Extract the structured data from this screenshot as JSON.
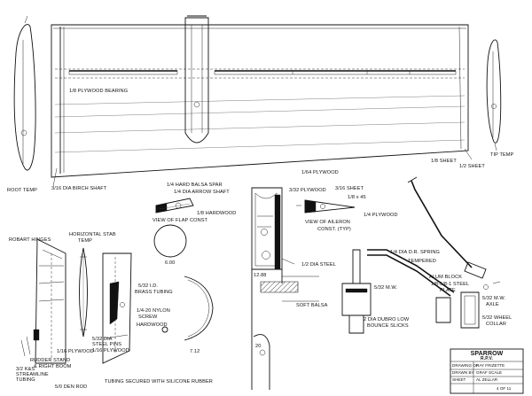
{
  "labels": {
    "plywood_bearing": "1/8 PLYWOOD BEARING",
    "root_temp": "ROOT TEMP",
    "birch_shaft": "3/16 DIA BIRCH SHAFT",
    "ply_164": "1/64 PLYWOOD",
    "sheet_18": "1/8 SHEET",
    "sheet_12": "1/2 SHEET",
    "tip_temp": "TIP TEMP",
    "hard_balsa_spar": "1/4 HARD BALSA SPAR",
    "arrow_shaft": "1/4 DIA ARROW SHAFT",
    "hardwood_18": "1/8 HARDWOOD",
    "view_flap": "VIEW OF FLAP",
    "const": "CONST",
    "ply_332": "3/32 PLYWOOD",
    "sheet_316": "3/16 SHEET",
    "dim_18x45": "1/8 x 45",
    "ply_14": "1/4 PLYWOOD",
    "view_aileron": "VIEW OF AILERON",
    "const_typ": "CONST. (TYP)",
    "robart_hinges": "ROBART HINGES",
    "horiz_stab": "HORIZONTAL STAB",
    "temp": "TEMP",
    "brass_tubing": "BRASS TUBING",
    "brass_size": "5/32 I.D.",
    "nylon_screw": "1/4-20 NYLON",
    "screw": "SCREW",
    "hardwood": "HARDWOOD",
    "dim_600": "6.00",
    "dim_712": "7.12",
    "dim_1288": "12.88",
    "dim_20": "20",
    "rudder_stand": "RUDDER STAND",
    "right_boom": "& RIGHT BOOM",
    "ply_116": "1/16 PLYWOOD",
    "steel_pins_dia": "5/32 DIA",
    "steel_pins": "STEEL PINS",
    "ply_116b": "1/16 PLYWOOD",
    "ks_streamline": "3/2 K&S",
    "streamline": "STREAMLINE",
    "tubing": "TUBING",
    "dowel": "5/0 DEN ROD",
    "silicone": "TUBING SECURED WITH SILICONE RUBBER",
    "steel_12": "1/2 DIA STEEL",
    "soft_balsa": "SOFT BALSA",
    "mw_532": "5/32 M.W.",
    "dubro": "2 DIA DUBRO LOW",
    "bounce": "BOUNCE SLICKS",
    "spring": "1/4 DIA D.R. SPRING",
    "tempered": "TEMPERED",
    "alum_block": "ALUM BLOCK",
    "steel_plate_size": "1/8-5/8-1 STEEL",
    "plate": "PLATE",
    "axle_size": "5/32 M.W.",
    "axle": "AXLE",
    "wheel_collar_size": "5/32 WHEEL",
    "collar": "COLLAR"
  },
  "title_block": {
    "title": "SPARROW",
    "subtitle": "R.P.V.",
    "row1_label": "DRAWING OF",
    "row1_value": "RAY FRIZETTE",
    "row2_label": "DRAWN BY",
    "row2_value": "GRAF SCALE",
    "row3_label": "SHEET",
    "row3_value": "AL ZELLAR",
    "row4_value": "4 OF 11"
  },
  "icons": {
    "arrow": "arrow-head",
    "hatch": "crosshatch-fill"
  }
}
